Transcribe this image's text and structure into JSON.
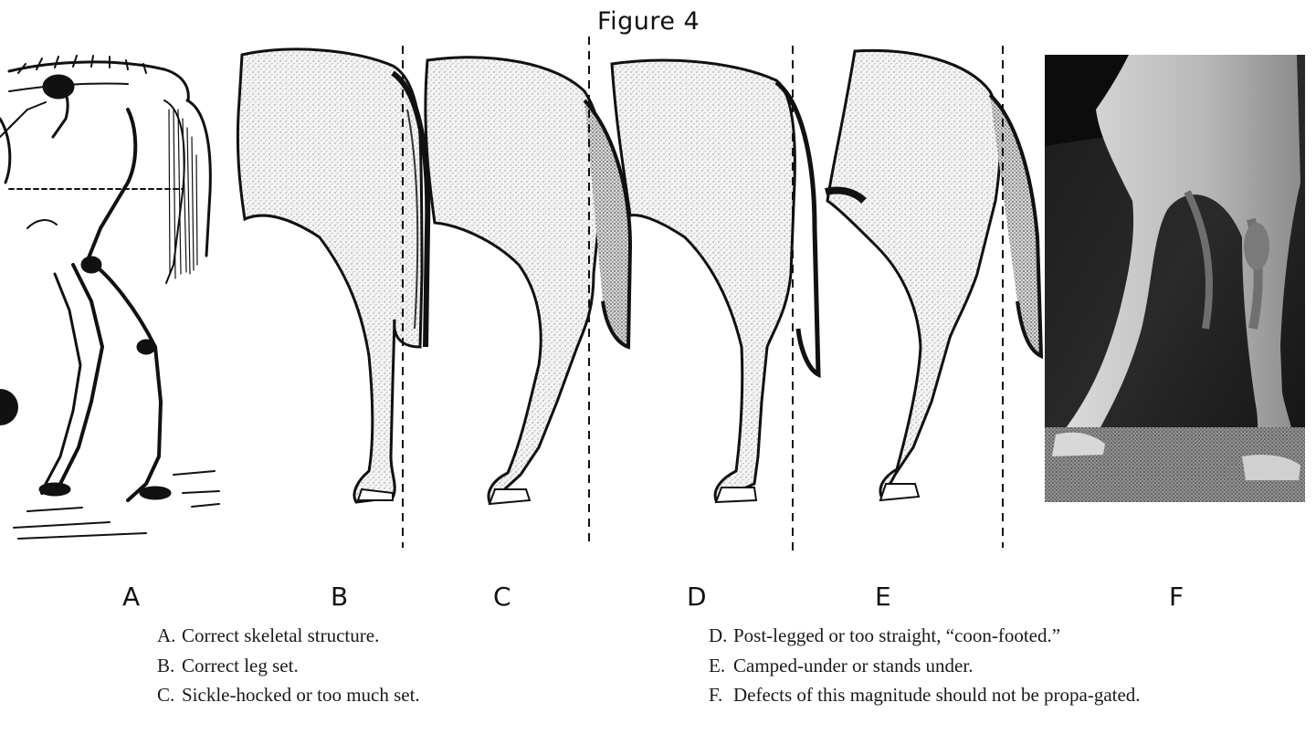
{
  "figure_title": "Figure 4",
  "panels": [
    {
      "letter": "A"
    },
    {
      "letter": "B"
    },
    {
      "letter": "C"
    },
    {
      "letter": "D"
    },
    {
      "letter": "E"
    },
    {
      "letter": "F"
    }
  ],
  "captions_left": [
    {
      "label": "A.",
      "text": "Correct skeletal structure."
    },
    {
      "label": "B.",
      "text": "Correct leg set."
    },
    {
      "label": "C.",
      "text": "Sickle-hocked or too much set."
    }
  ],
  "captions_right": [
    {
      "label": "D.",
      "text": "Post-legged or too straight, “coon-footed.”"
    },
    {
      "label": "E.",
      "text": "Camped-under or stands under."
    },
    {
      "label": "F.",
      "text": "Defects of this magnitude should not be propa-gated."
    }
  ]
}
